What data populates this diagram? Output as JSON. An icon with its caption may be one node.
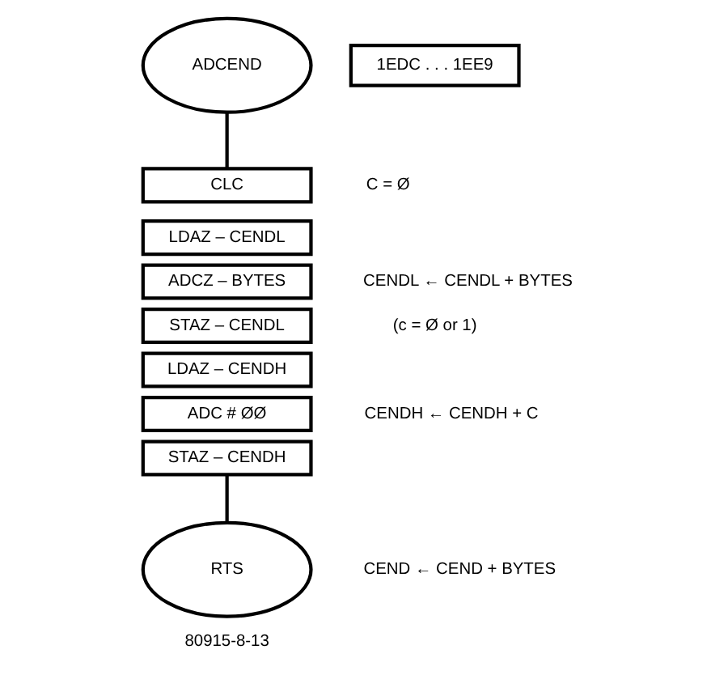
{
  "diagram": {
    "nodes": [
      {
        "text": [
          "1EDC . . . 1EE9"
        ]
      },
      {
        "text": [
          "ADCEND"
        ]
      },
      {
        "text": [
          "CLC"
        ],
        "beside": [
          "C = Ø"
        ]
      },
      {
        "text": [
          "LDAZ – CENDL"
        ]
      },
      {
        "text": [
          "ADCZ – BYTES"
        ]
      },
      {
        "text": [
          "STAZ – CENDL"
        ]
      },
      {
        "text": [
          "LDAZ – CENDH"
        ]
      },
      {
        "text": [
          "ADC # ØØ"
        ]
      },
      {
        "text": [
          "STAZ – CENDH"
        ]
      },
      {
        "text": [
          "RTS"
        ],
        "beside": [
          "CEND ← CEND + BYTES"
        ]
      }
    ],
    "edges": [
      {
        "from": 1,
        "to": 2,
        "arrow": "none"
      },
      {
        "from": 8,
        "to": 9,
        "arrow": "none"
      }
    ],
    "labels": [
      "CENDL ← CENDL + BYTES",
      "(c = Ø or 1)",
      "CENDH ← CENDH + C",
      "80915-8-13"
    ]
  }
}
